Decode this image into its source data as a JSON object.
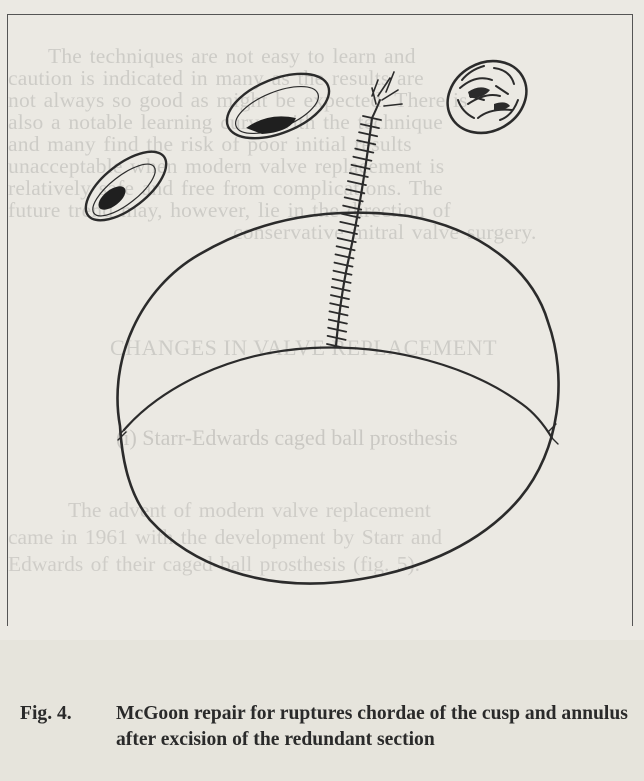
{
  "background_text": {
    "paragraph1_lines": [
      "The techniques are not easy to learn and",
      "caution is indicated in many as the results are",
      "not always so good as might be expected. There is",
      "also a notable learning curve with the technique",
      "and many find the risk of poor initial results",
      "unacceptable when modern valve replacement is",
      "relatively safe and free from complications. The",
      "future trend may, however, lie in the direction of",
      "conservative mitral valve surgery."
    ],
    "heading": "CHANGES IN VALVE REPLACEMENT",
    "subheading": "(i) Starr-Edwards caged ball prosthesis",
    "paragraph2_lines": [
      "The advent of modern valve replacement",
      "came in 1961 with the development by Starr and",
      "Edwards of their caged-ball prosthesis (fig. 5)."
    ]
  },
  "figure": {
    "caption_label": "Fig. 4.",
    "caption_text": "McGoon repair for ruptures chordae of the cusp and annulus after excision of the redundant section"
  }
}
